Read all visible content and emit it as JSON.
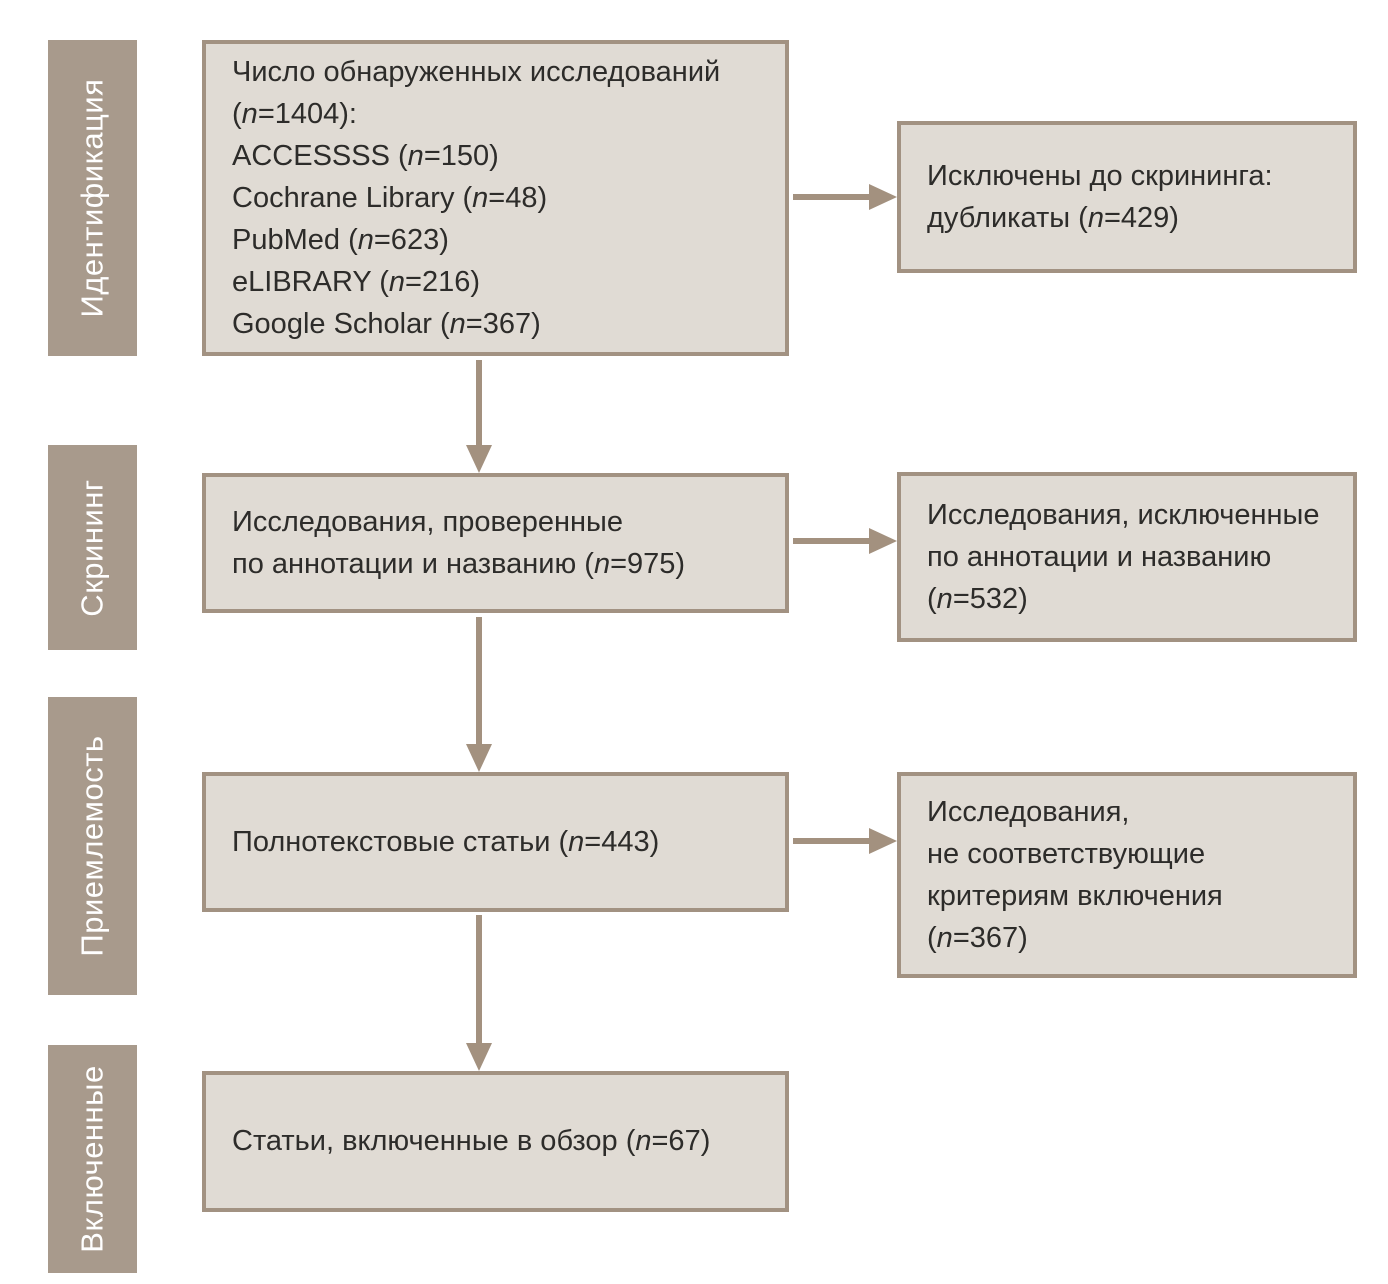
{
  "diagram": {
    "type": "prisma-flow",
    "language": "ru",
    "colors": {
      "band": "#a89a8c",
      "box_fill": "#e0dbd4",
      "box_border": "#a29282",
      "arrow": "#a3917f",
      "text": "#2d2c2a",
      "band_text": "#ffffff"
    },
    "stages": [
      {
        "label": "Идентификация"
      },
      {
        "label": "Скрининг"
      },
      {
        "label": "Приемлемость"
      },
      {
        "label": "Включенные"
      }
    ],
    "main_boxes": [
      {
        "lines": [
          "Число обнаруженных исследований",
          "(n=1404):",
          "ACCESSSS (n=150)",
          "Cochrane Library (n=48)",
          "PubMed (n=623)",
          "eLIBRARY (n=216)",
          "Google Scholar (n=367)"
        ]
      },
      {
        "lines": [
          "Исследования, проверенные",
          "по аннотации и названию (n=975)"
        ]
      },
      {
        "lines": [
          "Полнотекстовые статьи (n=443)"
        ]
      },
      {
        "lines": [
          "Статьи, включенные в обзор (n=67)"
        ]
      }
    ],
    "side_boxes": [
      {
        "lines": [
          "Исключены до скрининга:",
          "дубликаты (n=429)"
        ]
      },
      {
        "lines": [
          "Исследования, исключенные",
          "по аннотации и названию",
          "(n=532)"
        ]
      },
      {
        "lines": [
          "Исследования,",
          "не соответствующие",
          "критериям включения",
          "(n=367)"
        ]
      }
    ],
    "counts": {
      "identified_total": 1404,
      "accessss": 150,
      "cochrane_library": 48,
      "pubmed": 623,
      "elibrary": 216,
      "google_scholar": 367,
      "excluded_duplicates": 429,
      "screened": 975,
      "excluded_by_abstract_title": 532,
      "full_text": 443,
      "not_meeting_criteria": 367,
      "included_in_review": 67
    }
  }
}
